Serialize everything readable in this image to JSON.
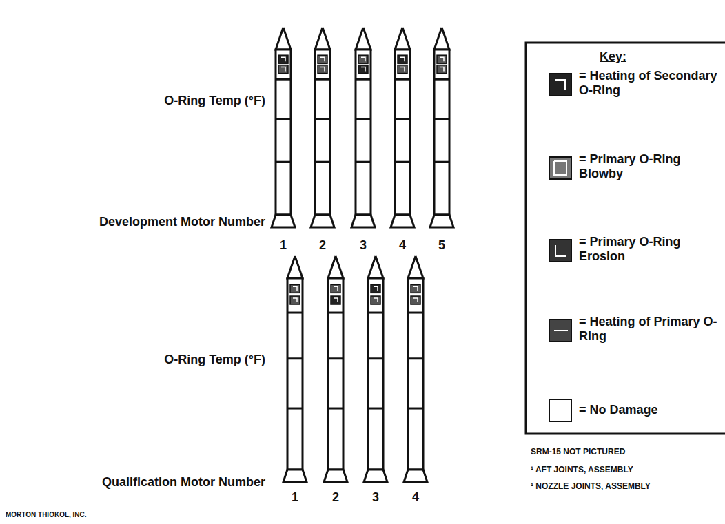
{
  "diagram": {
    "labels": [
      "O-Ring Temp (°F)",
      "Development Motor Number",
      "1",
      "2",
      "3",
      "4",
      "5",
      "O-Ring Temp (°F)",
      "Qualification Motor Number",
      "1",
      "2",
      "3",
      "4",
      "Key:",
      "SRM-15 NOT PICTURED",
      "¹ AFT JOINTS, ASSEMBLY",
      "¹ NOZZLE JOINTS, ASSEMBLY",
      "MORTON THIOKOL, INC."
    ],
    "legend": [
      {
        "text": "= Heating of Secondary O-Ring"
      },
      {
        "text": "= Primary O-Ring Blowby"
      },
      {
        "text": "= Primary O-Ring Erosion"
      },
      {
        "text": "= Heating of Primary O-Ring"
      },
      {
        "text": "= No Damage"
      }
    ]
  }
}
